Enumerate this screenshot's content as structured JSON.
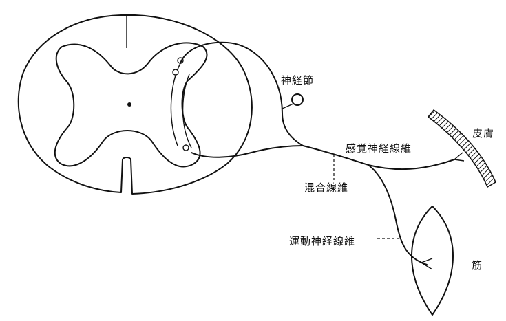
{
  "labels": {
    "ganglion": "神経節",
    "skin": "皮膚",
    "sensory_fiber": "感覚神経線維",
    "mixed_fiber": "混合線維",
    "motor_fiber": "運動神経線維",
    "muscle": "筋"
  }
}
